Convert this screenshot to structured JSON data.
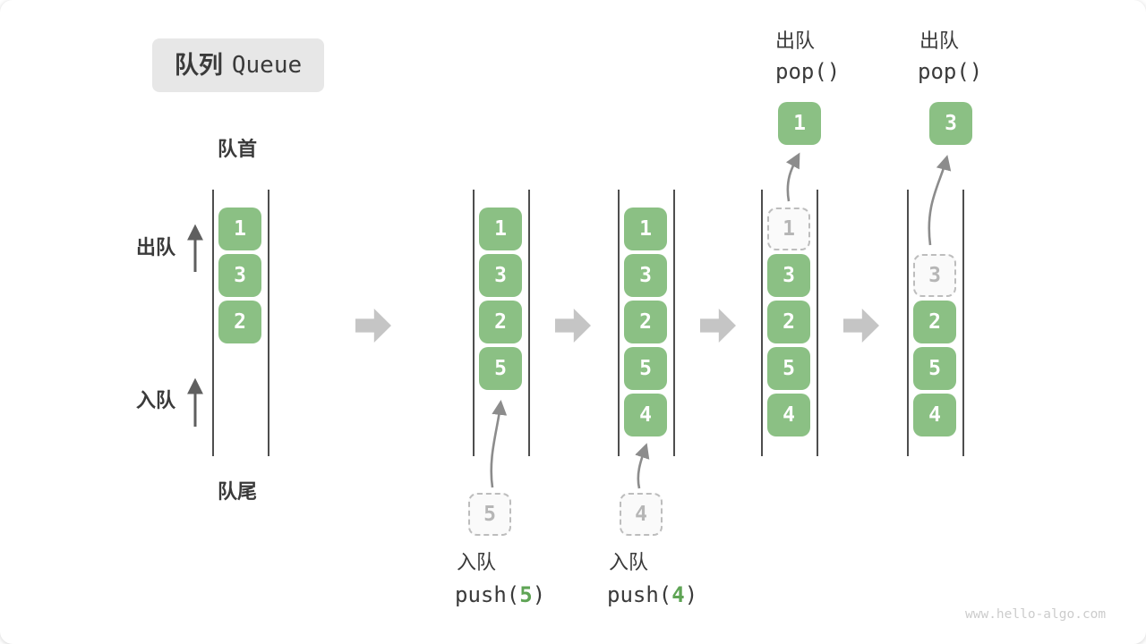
{
  "header": {
    "title_zh": "队列",
    "title_en": "Queue"
  },
  "side_labels": {
    "front": "队首",
    "rear": "队尾",
    "dequeue": "出队",
    "enqueue": "入队"
  },
  "states": [
    {
      "queue": [
        "1",
        "3",
        "2"
      ]
    },
    {
      "queue": [
        "1",
        "3",
        "2",
        "5"
      ],
      "incoming": "5"
    },
    {
      "queue": [
        "1",
        "3",
        "2",
        "5",
        "4"
      ],
      "incoming": "4"
    },
    {
      "queue": [
        "3",
        "2",
        "5",
        "4"
      ],
      "ghost": "1",
      "popped": "1"
    },
    {
      "queue": [
        "2",
        "5",
        "4"
      ],
      "ghost": "3",
      "popped": "3"
    }
  ],
  "operations": {
    "push5": {
      "label": "入队",
      "code_pre": "push(",
      "arg": "5",
      "code_post": ")"
    },
    "push4": {
      "label": "入队",
      "code_pre": "push(",
      "arg": "4",
      "code_post": ")"
    },
    "pop1": {
      "label": "出队",
      "code": "pop()"
    },
    "pop2": {
      "label": "出队",
      "code": "pop()"
    }
  },
  "watermark": "www.hello-algo.com",
  "colors": {
    "green": "#8bc084",
    "box-text": "#ffffff",
    "accent-green": "#5fa455",
    "text": "#3a3a3a",
    "line": "#4e4e4e",
    "block-arrow": "#c5c5c5",
    "curve-arrow": "#8c8c8c",
    "dark-arrow": "#5f5f5f",
    "ghost-border": "#bdbdbd",
    "ghost-bg": "#fafafa",
    "ghost-text": "#b6b6b6",
    "title-bg": "#e7e7e7",
    "watermark": "#cccccc"
  }
}
